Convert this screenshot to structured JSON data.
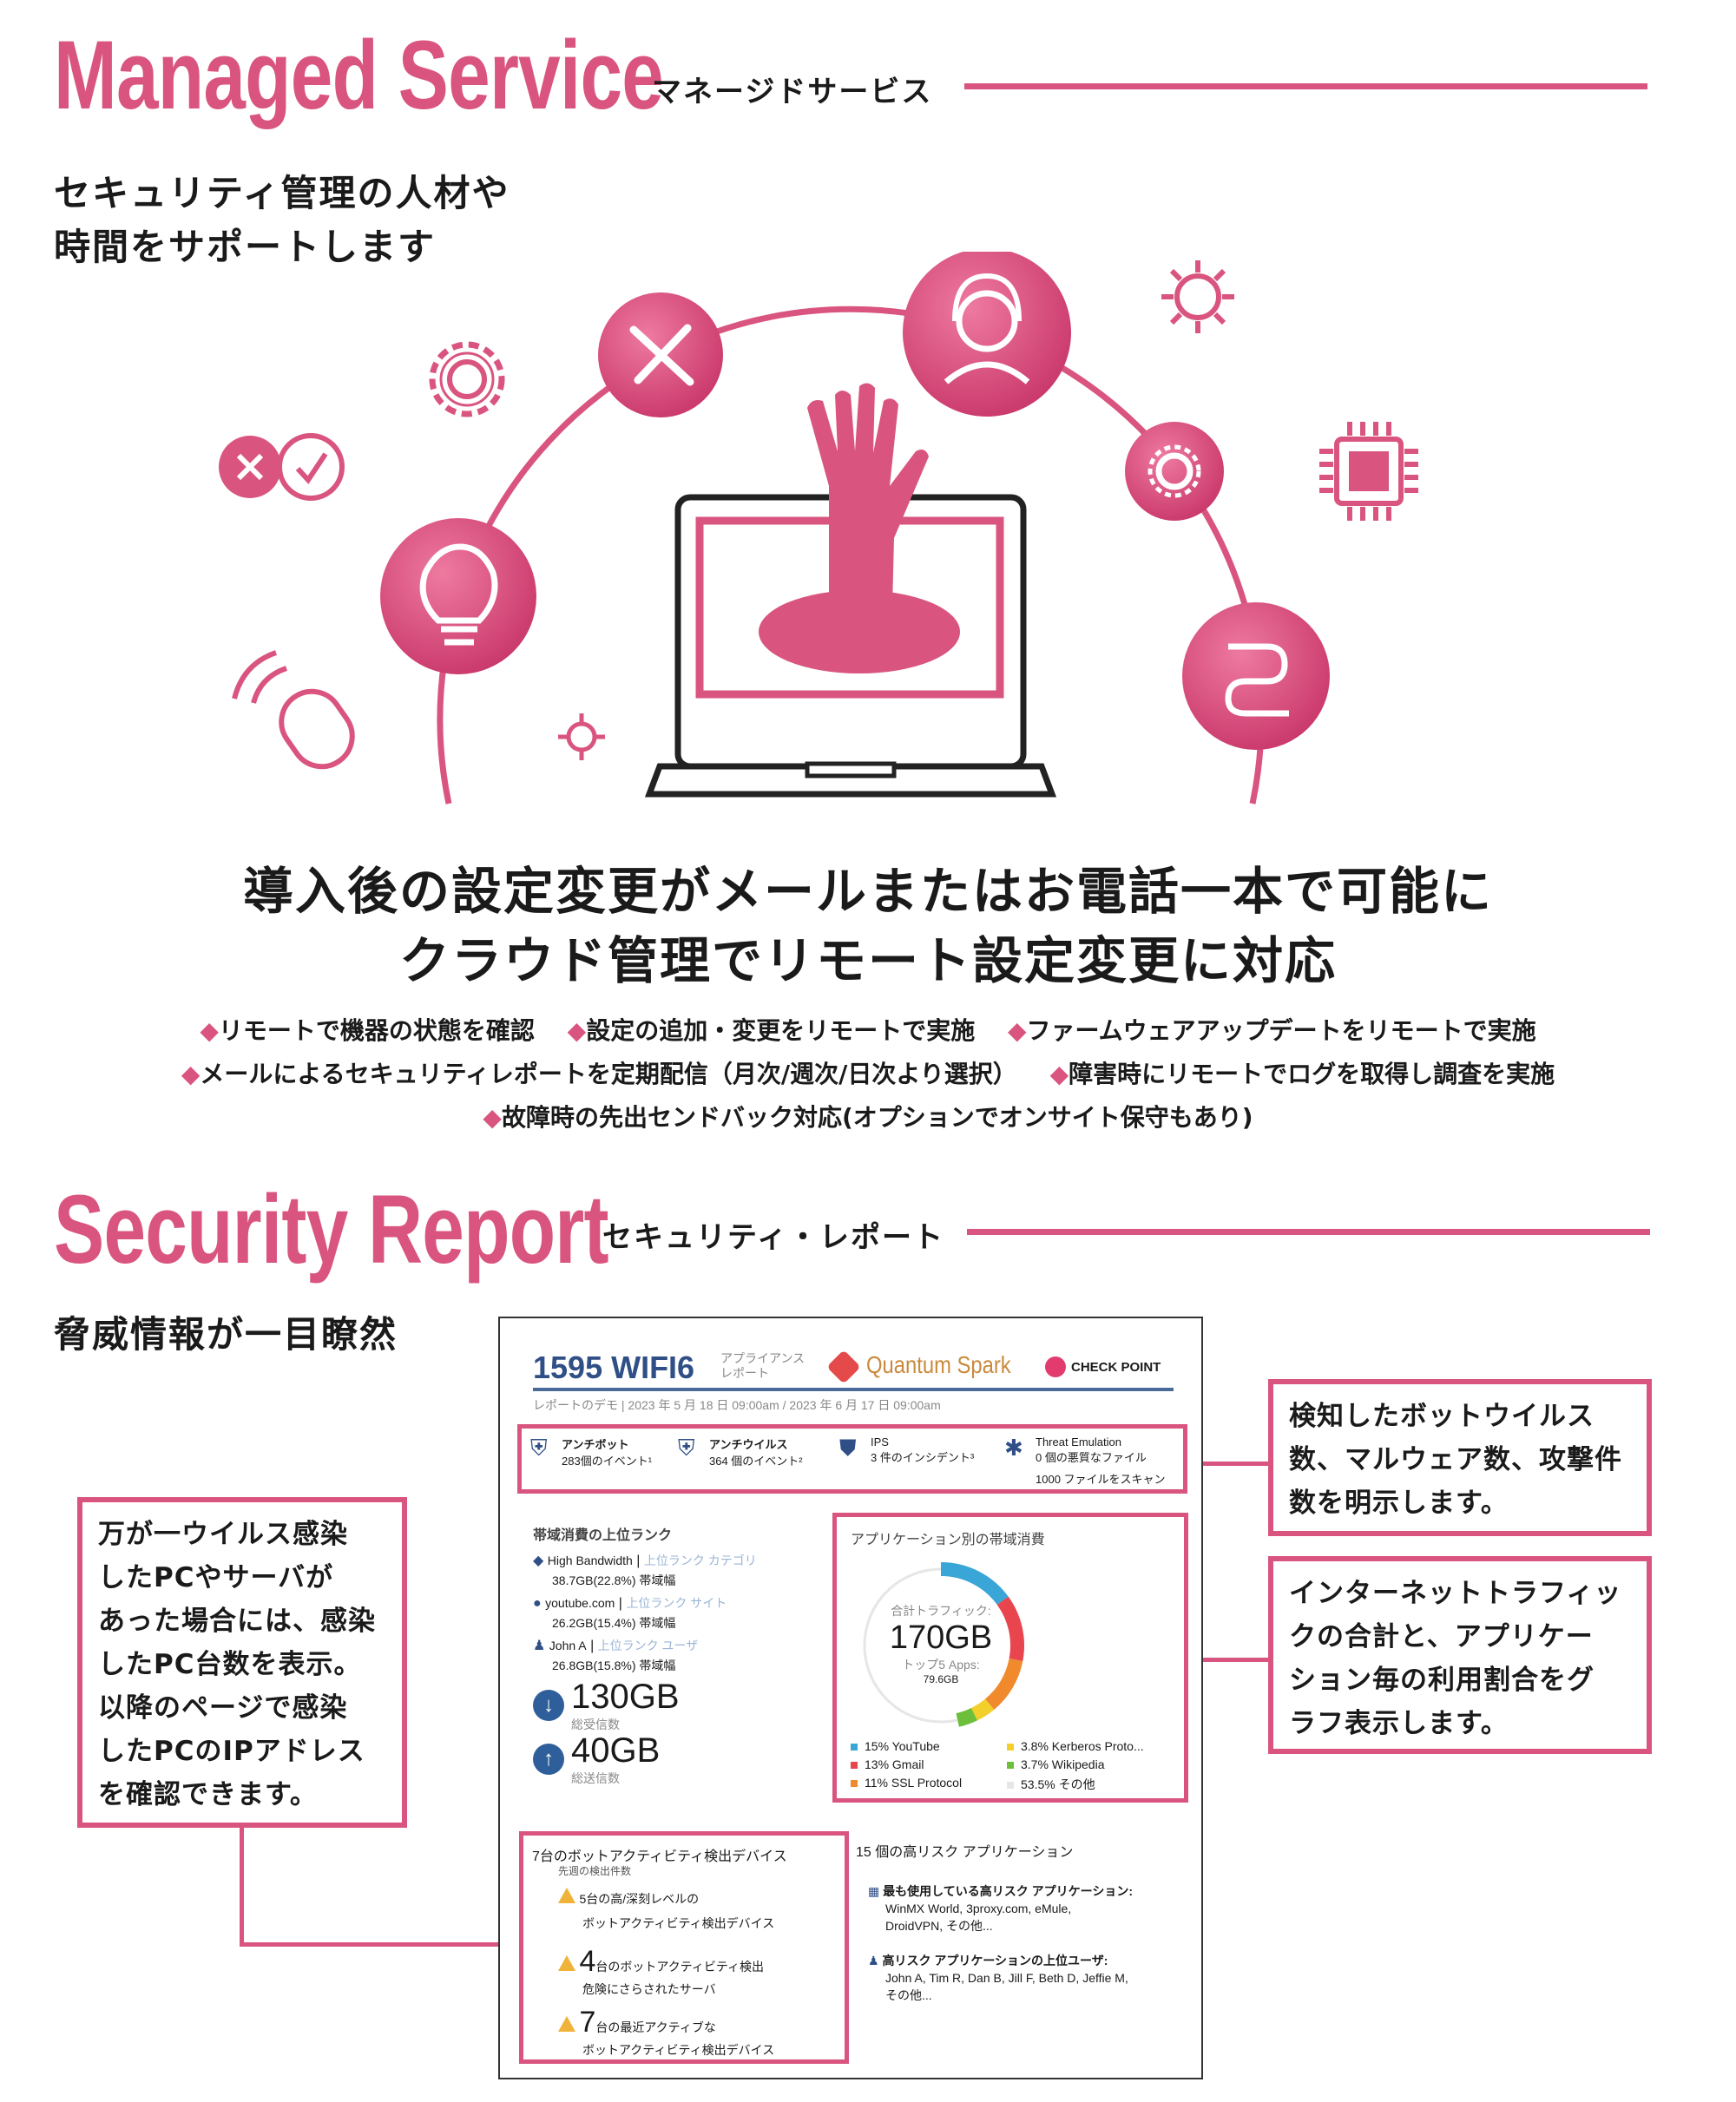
{
  "managed": {
    "title": "Managed Service",
    "subtitle_jp": "マネージドサービス",
    "lead": [
      "セキュリティ管理の人材や",
      "時間をサポートします"
    ],
    "headline": [
      "導入後の設定変更がメールまたはお電話一本で可能に",
      "クラウド管理でリモート設定変更に対応"
    ],
    "bullets": [
      [
        "リモートで機器の状態を確認",
        "設定の追加・変更をリモートで実施",
        "ファームウェアアップデートをリモートで実施"
      ],
      [
        "メールによるセキュリティレポートを定期配信（月次/週次/日次より選択）",
        "障害時にリモートでログを取得し調査を実施"
      ],
      [
        "故障時の先出センドバック対応(オプションでオンサイト保守もあり)"
      ]
    ],
    "bullet_mark": "◆"
  },
  "security": {
    "title": "Security Report",
    "subtitle_jp": "セキュリティ・レポート",
    "lead": "脅威情報が一目瞭然",
    "callout_left": [
      "万が一ウイルス感染",
      "したPCやサーバが",
      "あった場合には、感染",
      "したPC台数を表示。",
      "以降のページで感染",
      "したPCのIPアドレス",
      "を確認できます。"
    ],
    "callout_right_1": [
      "検知したボットウイルス",
      "数、マルウェア数、攻撃件",
      "数を明示します。"
    ],
    "callout_right_2": [
      "インターネットトラフィッ",
      "クの合計と、アプリケー",
      "ション毎の利用割合をグ",
      "ラフ表示します。"
    ]
  },
  "report": {
    "title": "1595 WIFI6",
    "title_sub": [
      "アプライアンス",
      "レポート"
    ],
    "brand1": "Quantum Spark",
    "brand2": "CHECK POINT",
    "date_line": "レポートのデモ | 2023 年 5 月 18 日 09:00am / 2023 年 6 月 17 日 09:00am",
    "threats": [
      {
        "name": "アンチボット",
        "detail": "283個のイベント¹",
        "icon": "crown-shield-icon"
      },
      {
        "name": "アンチウイルス",
        "detail": "364 個のイベント²",
        "icon": "star-shield-icon"
      },
      {
        "name": "IPS",
        "detail": "3 件のインシデント³",
        "icon": "shield-icon"
      },
      {
        "name": "Threat Emulation",
        "detail": "0 個の悪質なファイル",
        "detail2": "1000 ファイルをスキャン",
        "icon": "snowflake-shield-icon"
      }
    ],
    "bandwidth": {
      "title": "帯域消費の上位ランク",
      "items": [
        {
          "name": "High Bandwidth",
          "tag": "上位ランク カテゴリ",
          "value": "38.7GB(22.8%) 帯域幅",
          "icon": "tag-icon"
        },
        {
          "name": "youtube.com",
          "tag": "上位ランク サイト",
          "value": "26.2GB(15.4%) 帯域幅",
          "icon": "globe-pin-icon"
        },
        {
          "name": "John A",
          "tag": "上位ランク ユーザ",
          "value": "26.8GB(15.8%) 帯域幅",
          "icon": "user-icon"
        }
      ],
      "received": "130GB",
      "received_label": "総受信数",
      "sent": "40GB",
      "sent_label": "総送信数"
    },
    "apps": {
      "title": "アプリケーション別の帯域消費",
      "total_label": "合計トラフィック:",
      "total": "170GB",
      "top5_label": "トップ5 Apps:",
      "top5": "79.6GB",
      "legend": [
        {
          "label": "15% YouTube",
          "pct": 15,
          "color": "#3aa6d8"
        },
        {
          "label": "13% Gmail",
          "pct": 13,
          "color": "#e8454f"
        },
        {
          "label": "11% SSL Protocol",
          "pct": 11,
          "color": "#f08a2c"
        },
        {
          "label": "3.8% Kerberos Proto...",
          "pct": 3.8,
          "color": "#f2cf2a"
        },
        {
          "label": "3.7% Wikipedia",
          "pct": 3.7,
          "color": "#6cbf3a"
        },
        {
          "label": "53.5% その他",
          "pct": 53.5,
          "color": "#e6e6e6"
        }
      ]
    },
    "bots": {
      "title": "7台のボットアクティビティ検出デバイス",
      "subtitle": "先週の検出件数",
      "items": [
        {
          "num": "5",
          "line1": "台の高/深刻レベルの",
          "line2": "ボットアクティビティ検出デバイス"
        },
        {
          "num": "4",
          "line1": "台のボットアクティビティ検出",
          "line2": "危険にさらされたサーバ"
        },
        {
          "num": "7",
          "line1": "台の最近アクティブな",
          "line2": "ボットアクティビティ検出デバイス"
        }
      ]
    },
    "risk": {
      "title": "15 個の高リスク アプリケーション",
      "apps_label": "最も使用している高リスク アプリケーション:",
      "apps": [
        "WinMX World, 3proxy.com, eMule,",
        "DroidVPN, その他..."
      ],
      "users_label": "高リスク アプリケーションの上位ユーザ:",
      "users": [
        "John A, Tim R, Dan B, Jill F, Beth D, Jeffie M,",
        "その他..."
      ]
    }
  },
  "colors": {
    "accent": "#d9557f",
    "report_blue": "#2f4f86"
  }
}
